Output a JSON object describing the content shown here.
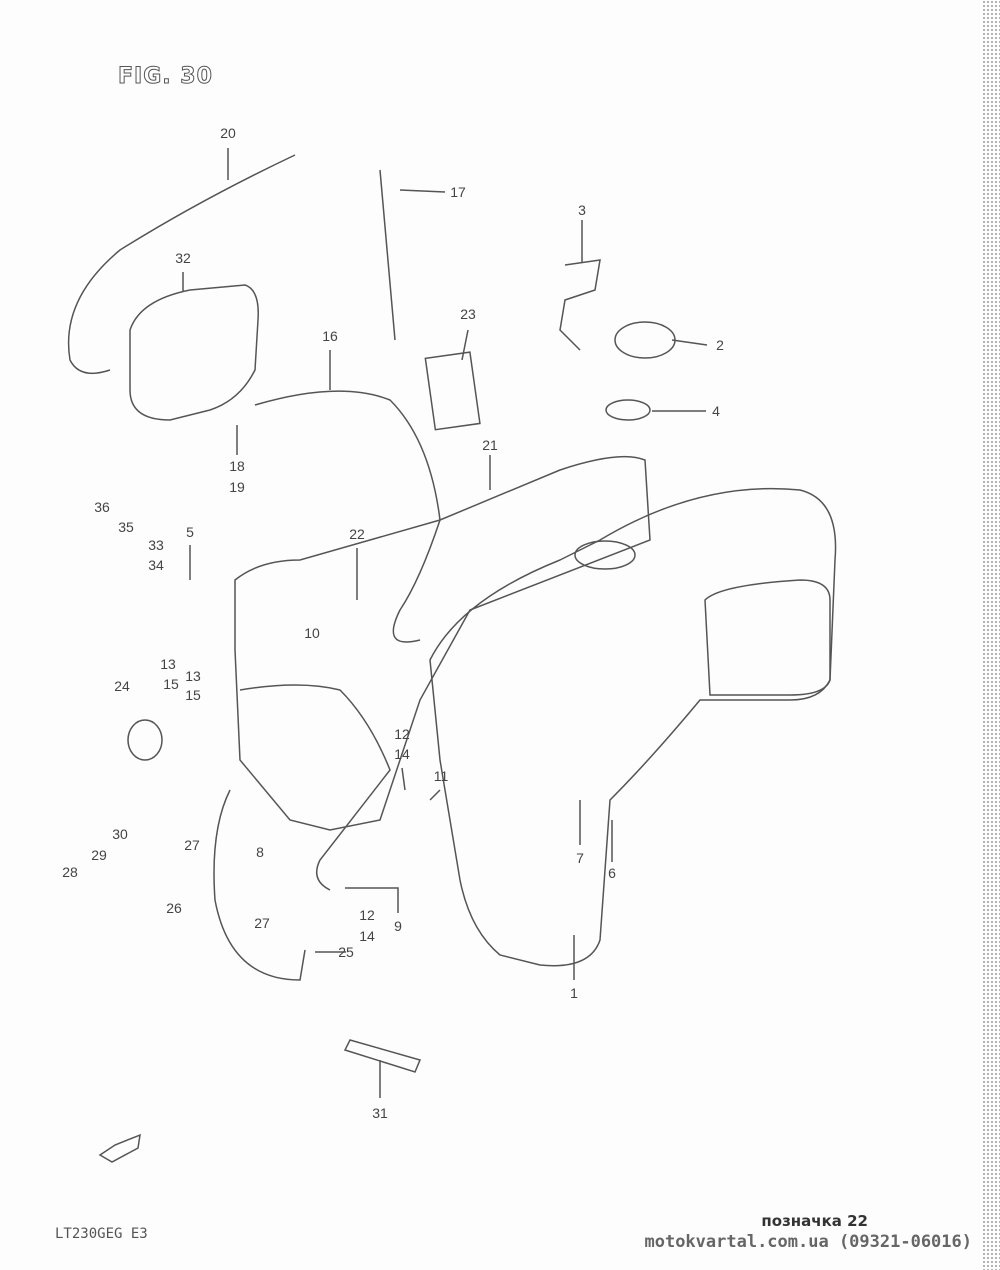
{
  "figure": {
    "title": "FIG. 30"
  },
  "callouts": [
    "20",
    "32",
    "17",
    "3",
    "23",
    "2",
    "16",
    "4",
    "18",
    "19",
    "21",
    "36",
    "35",
    "33",
    "34",
    "5",
    "22",
    "10",
    "13",
    "15",
    "13",
    "15",
    "24",
    "12",
    "14",
    "11",
    "7",
    "6",
    "27",
    "28",
    "29",
    "30",
    "8",
    "26",
    "12",
    "14",
    "9",
    "27",
    "25",
    "1",
    "31"
  ],
  "footer": {
    "model": "LT230GEG E3",
    "mark": "позначка 22",
    "site": "motokvartal.com.ua (09321-06016)"
  },
  "colors": {
    "line": "#555555",
    "text": "#444444"
  }
}
